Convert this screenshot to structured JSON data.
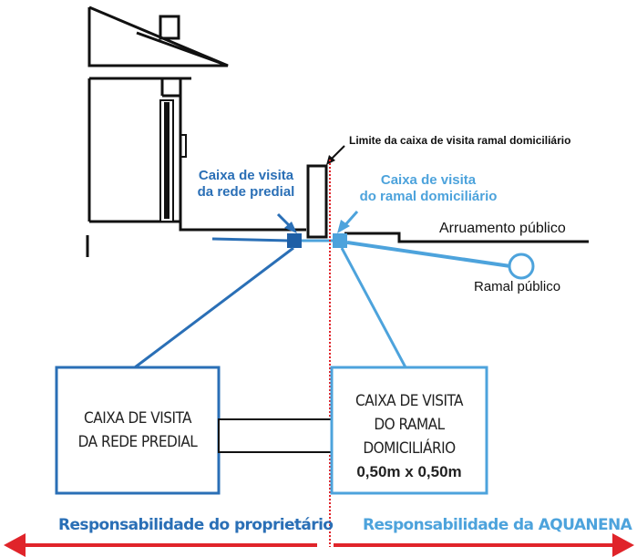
{
  "labels": {
    "limite": "Limite da caixa de visita ramal domiciliário",
    "cv_predial_line1": "Caixa de visita",
    "cv_predial_line2": "da rede predial",
    "cv_ramal_line1": "Caixa de visita",
    "cv_ramal_line2": "do ramal domiciliário",
    "arruamento": "Arruamento público",
    "ramal_publico": "Ramal público"
  },
  "box_predial": {
    "line1": "CAIXA DE VISITA",
    "line2": "DA REDE PREDIAL"
  },
  "box_ramal": {
    "line1": "CAIXA DE VISITA",
    "line2": "DO RAMAL",
    "line3": "DOMICILIÁRIO",
    "size": "0,50m x 0,50m"
  },
  "responsibility": {
    "left": "Responsabilidade do proprietário",
    "right": "Responsabilidade da AQUANENA"
  },
  "colors": {
    "dark_blue": "#2a6fb6",
    "light_blue": "#4da3dc",
    "arrow_red": "#e0242a",
    "limit_line": "#e0242a"
  }
}
